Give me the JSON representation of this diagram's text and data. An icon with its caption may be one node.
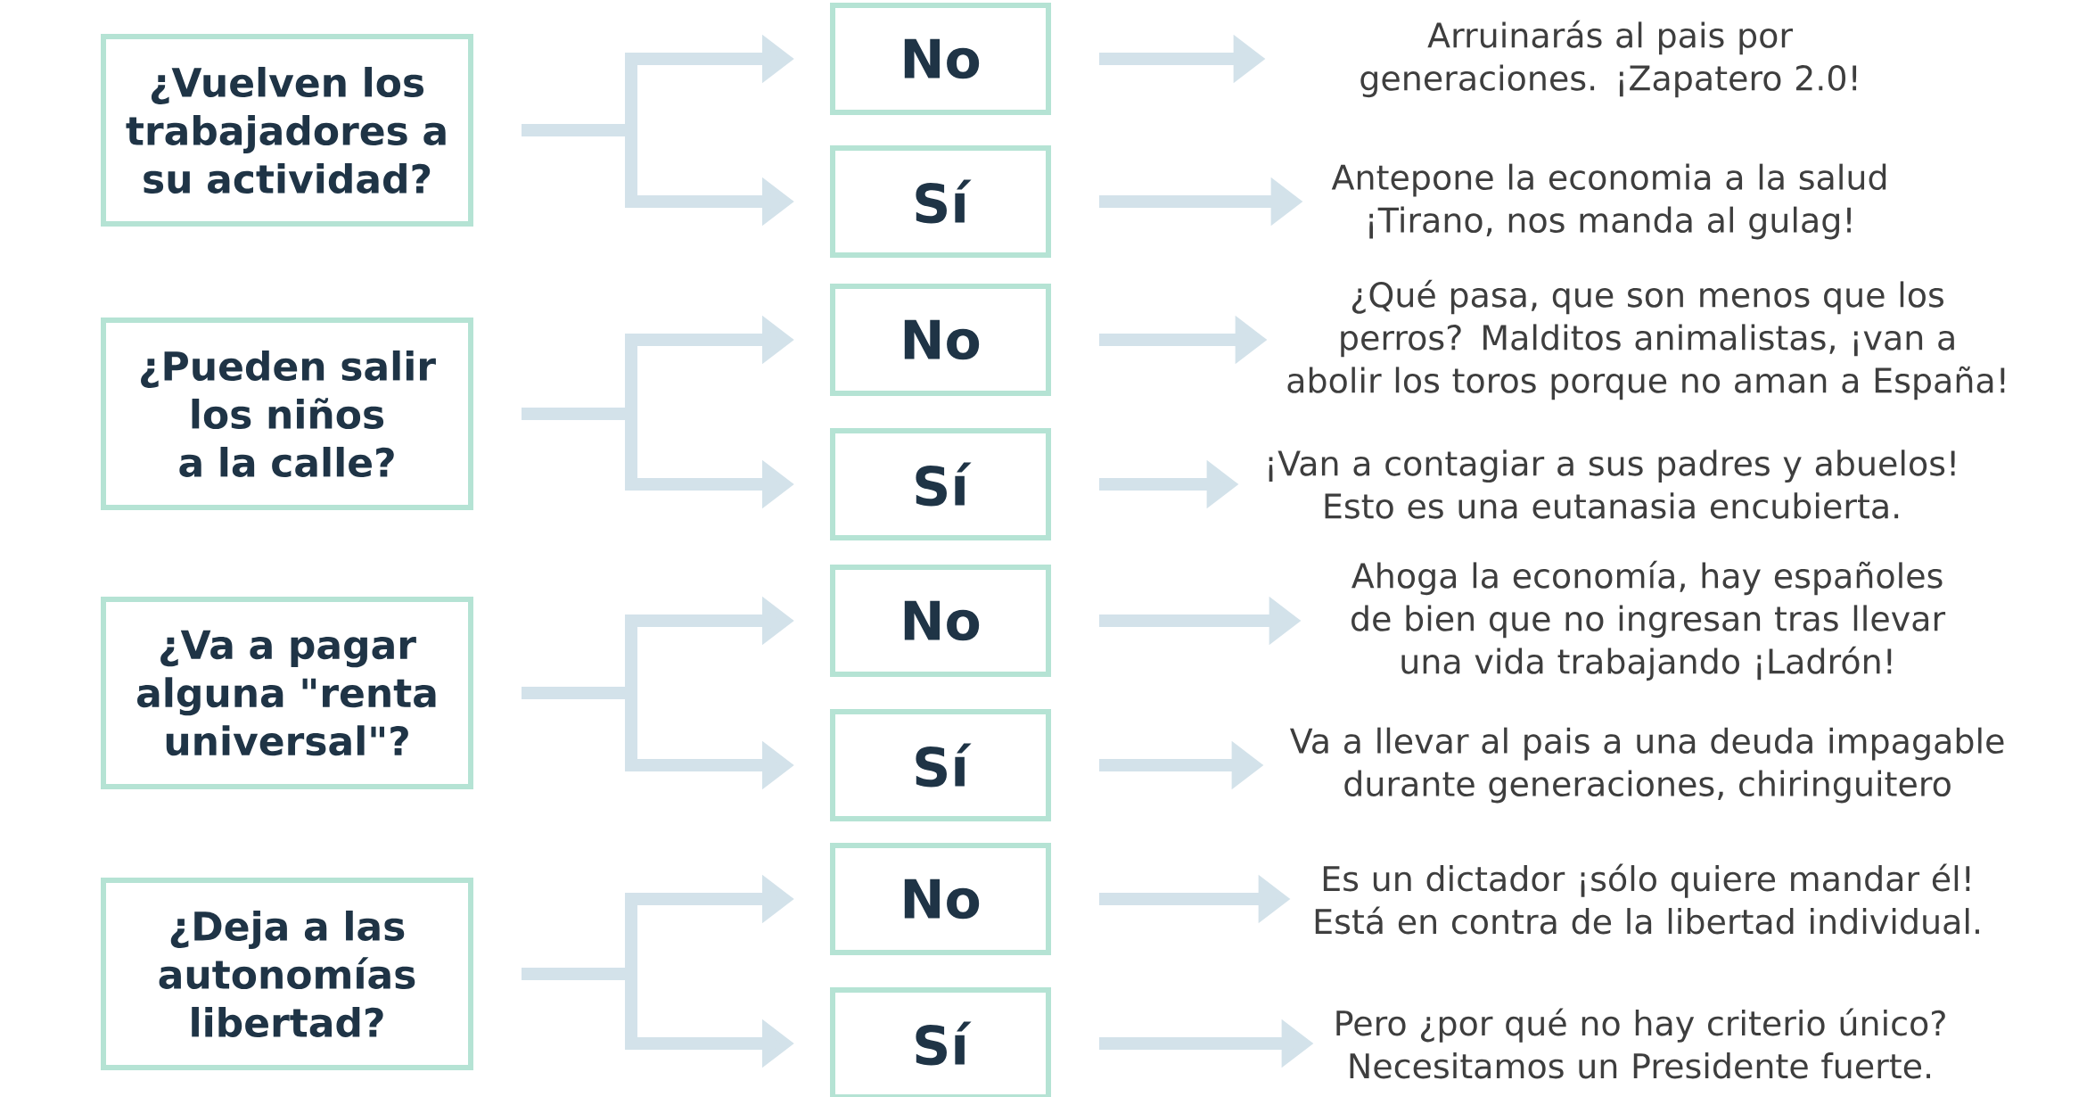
{
  "diagram": {
    "nodes": [
      {
        "text": [
          "¿Vuelven los trabajadores a su actividad?"
        ]
      },
      {
        "text": [
          "No"
        ]
      },
      {
        "text": [
          "Arruinarás al pais por generaciones. ¡Zapatero 2.0!"
        ]
      },
      {
        "text": [
          "Sí"
        ]
      },
      {
        "text": [
          "Antepone la economia a la salud ¡Tirano, nos manda al gulag!"
        ]
      },
      {
        "text": [
          "¿Pueden salir los niños a la calle?"
        ]
      },
      {
        "text": [
          "No"
        ]
      },
      {
        "text": [
          "¿Qué pasa, que son menos que los perros? Malditos animalistas, ¡van a abolir los toros porque no aman a España!"
        ]
      },
      {
        "text": [
          "Sí"
        ]
      },
      {
        "text": [
          "¡Van a contagiar a sus padres y abuelos! Esto es una eutanasia encubierta."
        ]
      },
      {
        "text": [
          "¿Va a pagar alguna \"renta universal\"?"
        ]
      },
      {
        "text": [
          "No"
        ]
      },
      {
        "text": [
          "Ahoga la economía, hay españoles de bien que no ingresan tras llevar una vida trabajando ¡Ladrón!"
        ]
      },
      {
        "text": [
          "Sí"
        ]
      },
      {
        "text": [
          "Va a llevar al pais a una deuda impagable durante generaciones, chiringuitero"
        ]
      },
      {
        "text": [
          "¿Deja a las autonomías libertad?"
        ]
      },
      {
        "text": [
          "No"
        ]
      },
      {
        "text": [
          "Es un dictador ¡sólo quiere mandar él! Está en contra de la libertad individual."
        ]
      },
      {
        "text": [
          "Sí"
        ]
      },
      {
        "text": [
          "Pero ¿por qué no hay criterio único? Necesitamos un Presidente fuerte."
        ]
      }
    ],
    "edges": [
      {
        "from": 0,
        "to": 1,
        "arrow": "to"
      },
      {
        "from": 0,
        "to": 3,
        "arrow": "to"
      },
      {
        "from": 1,
        "to": 2,
        "arrow": "to"
      },
      {
        "from": 3,
        "to": 4,
        "arrow": "to"
      },
      {
        "from": 5,
        "to": 6,
        "arrow": "to"
      },
      {
        "from": 5,
        "to": 8,
        "arrow": "to"
      },
      {
        "from": 6,
        "to": 7,
        "arrow": "to"
      },
      {
        "from": 8,
        "to": 9,
        "arrow": "to"
      },
      {
        "from": 10,
        "to": 11,
        "arrow": "to"
      },
      {
        "from": 10,
        "to": 13,
        "arrow": "to"
      },
      {
        "from": 11,
        "to": 12,
        "arrow": "to"
      },
      {
        "from": 13,
        "to": 14,
        "arrow": "to"
      },
      {
        "from": 15,
        "to": 16,
        "arrow": "to"
      },
      {
        "from": 15,
        "to": 18,
        "arrow": "to"
      },
      {
        "from": 16,
        "to": 17,
        "arrow": "to"
      },
      {
        "from": 18,
        "to": 19,
        "arrow": "to"
      }
    ]
  }
}
